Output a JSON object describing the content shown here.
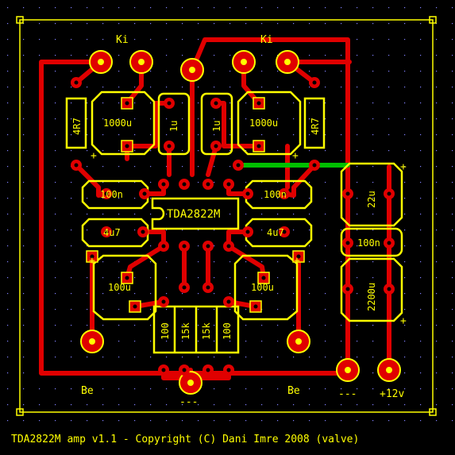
{
  "board": {
    "footer": "TDA2822M amp v1.1 - Copyright (C) Dani Imre 2008 (valve)",
    "labels": {
      "ki_left": "Ki",
      "ki_right": "Ki",
      "be_left": "Be",
      "be_right": "Be",
      "gnd_bottom": "---",
      "gnd_power": "---",
      "vcc": "+12v"
    },
    "components": {
      "ic": "TDA2822M",
      "r_out_left": "4R7",
      "r_out_right": "4R7",
      "c_out_left": "1000u",
      "c_out_right": "1000u",
      "c_fb_left": "1u",
      "c_fb_right": "1u",
      "c_bypass_left": "100n",
      "c_bypass_right": "100n",
      "c_svr_left": "4u7",
      "c_svr_right": "4u7",
      "c_in_left": "100u",
      "c_in_right": "100u",
      "r_1": "100",
      "r_2": "15k",
      "r_3": "15k",
      "r_4": "100",
      "c_supply_small": "22u",
      "c_supply_decouple": "100n",
      "c_supply_big": "2200u"
    },
    "polarity_mark": "+"
  }
}
